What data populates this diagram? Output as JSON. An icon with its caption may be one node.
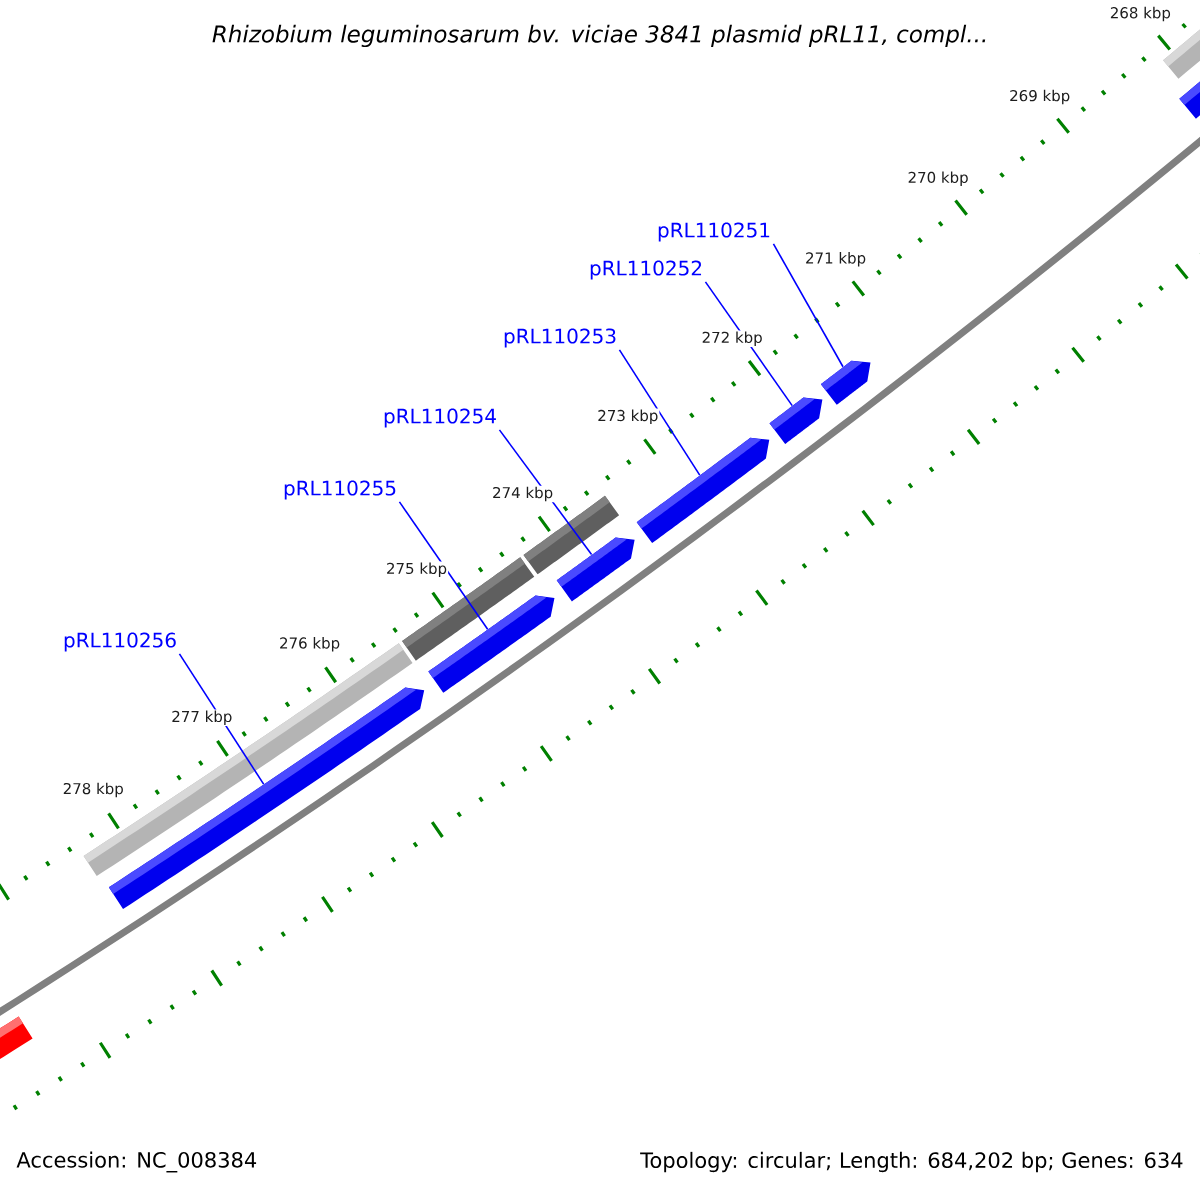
{
  "diagram": {
    "title": "Rhizobium leguminosarum bv. viciae 3841 plasmid pRL11, compl...",
    "nodes": [
      {
        "text": [
          "pRL110251"
        ]
      },
      {
        "text": [
          "pRL110252"
        ]
      },
      {
        "text": [
          "pRL110253"
        ]
      },
      {
        "text": [
          "pRL110254"
        ]
      },
      {
        "text": [
          "pRL110255"
        ]
      },
      {
        "text": [
          "pRL110256"
        ]
      },
      {
        "text": [],
        "shape": "bar"
      },
      {
        "text": [],
        "shape": "bar"
      },
      {
        "text": [],
        "shape": "arrow"
      },
      {
        "text": [],
        "shape": "bar"
      },
      {
        "text": [],
        "shape": "arrow"
      },
      {
        "text": [],
        "shape": "bar"
      },
      {
        "text": [],
        "shape": "arrow"
      },
      {
        "text": [],
        "shape": "arrow"
      },
      {
        "text": [],
        "shape": "arrow"
      },
      {
        "text": [],
        "shape": "arrow"
      },
      {
        "text": [],
        "shape": "bar"
      },
      {
        "text": [],
        "shape": "arrow"
      }
    ],
    "edges": [
      {
        "from": 0,
        "to": 15,
        "arrow": "none"
      },
      {
        "from": 1,
        "to": 14,
        "arrow": "none"
      },
      {
        "from": 2,
        "to": 13,
        "arrow": "none"
      },
      {
        "from": 3,
        "to": 12,
        "arrow": "none"
      },
      {
        "from": 4,
        "to": 10,
        "arrow": "none"
      },
      {
        "from": 5,
        "to": 8,
        "arrow": "none"
      }
    ],
    "labels": [
      "268 kbp",
      "269 kbp",
      "270 kbp",
      "271 kbp",
      "272 kbp",
      "273 kbp",
      "274 kbp",
      "275 kbp",
      "276 kbp",
      "277 kbp",
      "278 kbp",
      "Accession: NC_008384",
      "Topology: circular; Length: 684,202 bp; Genes: 634"
    ]
  }
}
